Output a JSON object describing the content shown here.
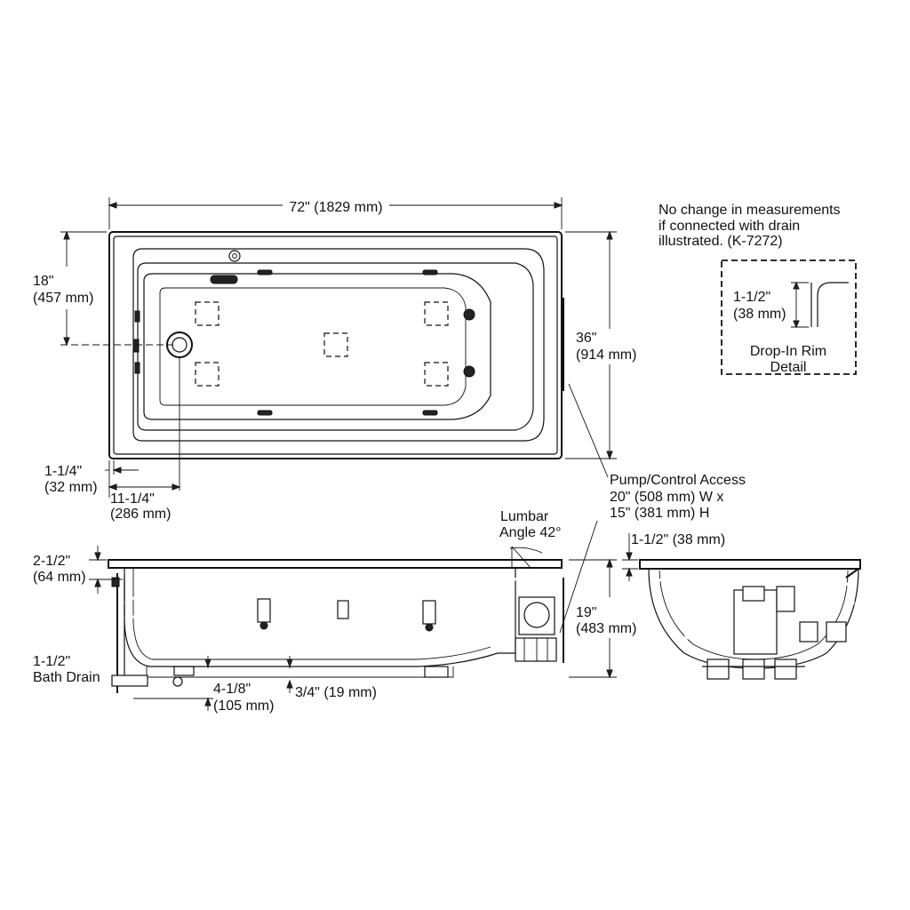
{
  "dimensions": {
    "overall_length": "72\" (1829 mm)",
    "drain_offset_in": "18\"",
    "drain_offset_mm": "(457 mm)",
    "overall_width_in": "36\"",
    "overall_width_mm": "(914 mm)",
    "rim_edge_in": "1-1/4\"",
    "rim_edge_mm": "(32 mm)",
    "drain_center_in": "11-1/4\"",
    "drain_center_mm": "(286 mm)",
    "rim_height_in": "2-1/2\"",
    "rim_height_mm": "(64 mm)",
    "bath_drain_size": "1-1/2\"",
    "bath_drain_label": "Bath Drain",
    "drain_depth_in": "4-1/8\"",
    "drain_depth_mm": "(105 mm)",
    "foot_height": "3/4\" (19 mm)",
    "overall_height_in": "19\"",
    "overall_height_mm": "(483 mm)",
    "end_rim": "1-1/2\" (38 mm)"
  },
  "notes": {
    "drain_note_line1": "No change in measurements",
    "drain_note_line2": "if connected with drain",
    "drain_note_line3": "illustrated. (K-7272)",
    "lumbar_line1": "Lumbar",
    "lumbar_line2": "Angle 42°",
    "pump_line1": "Pump/Control Access",
    "pump_line2": "20\" (508 mm) W x",
    "pump_line3": "15\" (381 mm) H"
  },
  "detail": {
    "dim_in": "1-1/2\"",
    "dim_mm": "(38 mm)",
    "title_line1": "Drop-In Rim",
    "title_line2": "Detail"
  }
}
